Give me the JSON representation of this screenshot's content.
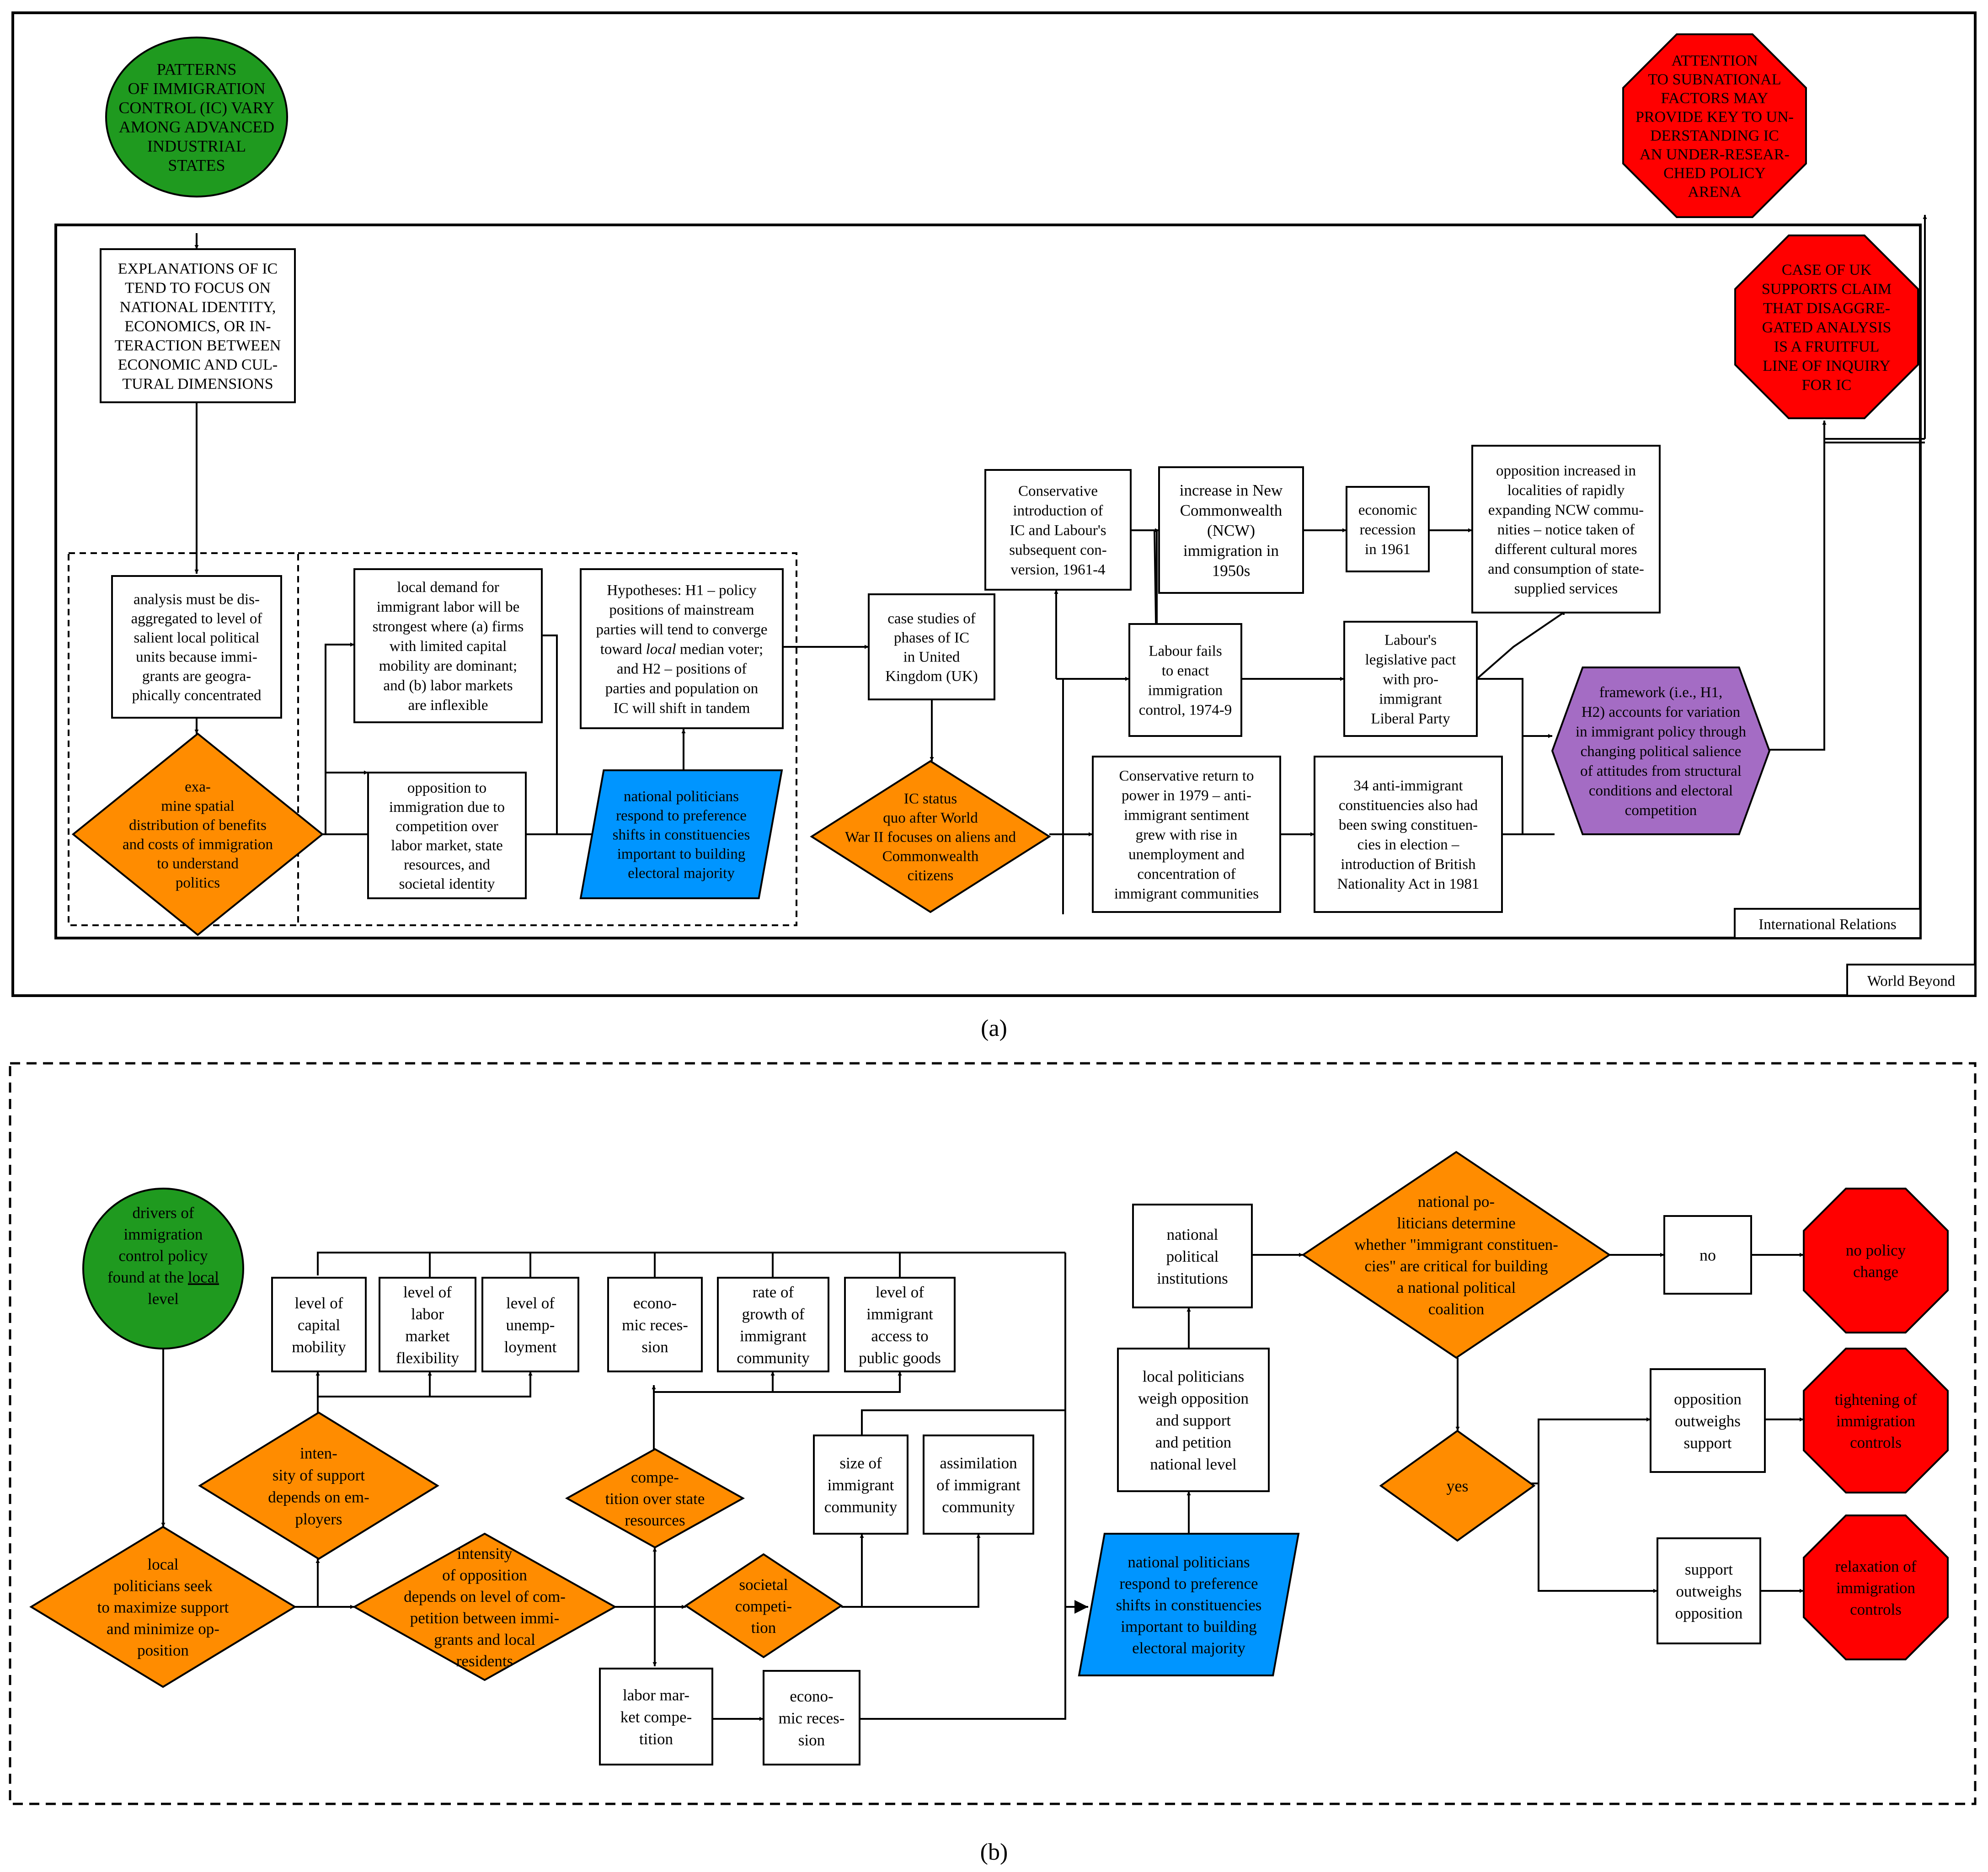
{
  "colors": {
    "green": "#1f9a1f",
    "orange": "#ff8c00",
    "red": "#ff0000",
    "blue": "#0095ff",
    "purple": "#a46cc4",
    "line": "#000000",
    "box_fill": "#ffffff"
  },
  "panel_a": {
    "caption": "(a)",
    "outer_frame_label": "World Beyond",
    "inner_frame_label": "International Relations",
    "nodes": {
      "patterns": "PATTERNS\nOF IMMIGRATION\nCONTROL (IC) VARY\nAMONG ADVANCED\nINDUSTRIAL\nSTATES",
      "attention": "ATTENTION\nTO SUBNATIONAL\nFACTORS MAY\nPROVIDE KEY TO UN-\nDERSTANDING IC\nAN UNDER-RESEAR-\nCHED POLICY\nARENA",
      "explanations": "EXPLANATIONS OF IC\nTEND TO FOCUS ON\nNATIONAL IDENTITY,\nECONOMICS, OR IN-\nTERACTION BETWEEN\nECONOMIC AND CUL-\nTURAL DIMENSIONS",
      "case_uk": "CASE OF UK\nSUPPORTS CLAIM\nTHAT DISAGGRE-\nGATED ANALYSIS\nIS A FRUITFUL\nLINE OF INQUIRY\nFOR IC",
      "analysis": "analysis must be dis-\naggregated to level of\nsalient local political\nunits because immi-\ngrants are geogra-\nphically concentrated",
      "examine": "exa-\nmine spatial\ndistribution of benefits\nand costs of immigration\nto understand\npolitics",
      "local_demand": "local demand for\nimmigrant labor will be\nstrongest where (a) firms\nwith limited capital\nmobility are dominant;\nand (b) labor markets\nare inflexible",
      "opposition": "opposition to\nimmigration due to\ncompetition over\nlabor market, state\nresources, and\nsocietal identity",
      "national_politicians": "national politicians\nrespond to preference\nshifts in constituencies\nimportant to building\nelectoral majority",
      "hypotheses_1": "Hypotheses: H1 – policy",
      "hypotheses_2": "positions of mainstream",
      "hypotheses_3": "parties will tend to converge",
      "hypotheses_4a": "toward ",
      "hypotheses_4b": "local",
      "hypotheses_4c": " median voter;",
      "hypotheses_5": "and H2 – positions of",
      "hypotheses_6": "parties and population on",
      "hypotheses_7": "IC will shift in tandem",
      "case_studies": "case studies of\nphases of IC\nin United\nKingdom (UK)",
      "ic_status": "IC status\nquo after World\nWar II focuses on aliens and\nCommonwealth\ncitizens",
      "conservative_intro": "Conservative\nintroduction of\nIC and Labour's\nsubsequent con-\nversion, 1961-4",
      "increase_ncw": "increase in New\nCommonwealth\n(NCW)\nimmigration in\n1950s",
      "recession_1961": "economic\nrecession\nin 1961",
      "opposition_increased": "opposition increased in\nlocalities of rapidly\nexpanding NCW commu-\nnities – notice taken of\ndifferent cultural mores\nand consumption of state-\nsupplied services",
      "labour_fails": "Labour fails\nto enact\nimmigration\ncontrol, 1974-9",
      "labour_pact": "Labour's\nlegislative pact\nwith pro-\nimmigrant\nLiberal Party",
      "conservative_return": "Conservative return to\npower in 1979 – anti-\nimmigrant sentiment\ngrew with rise in\nunemployment and\nconcentration of\nimmigrant communities",
      "constituencies_34": "34 anti-immigrant\nconstituencies also had\nbeen swing constituen-\ncies in election –\nintroduction of British\nNationality Act in 1981",
      "framework": "framework (i.e., H1,\nH2) accounts for variation\nin immigrant policy through\nchanging political salience\nof attitudes from structural\nconditions and electoral\ncompetition"
    }
  },
  "panel_b": {
    "caption": "(b)",
    "nodes": {
      "drivers_1": "drivers of",
      "drivers_2": "immigration",
      "drivers_3": "control policy",
      "drivers_4a": "found at the ",
      "drivers_4b": "local",
      "drivers_5": "level",
      "local_politicians_seek": "local\npoliticians seek\nto maximize support\nand minimize op-\nposition",
      "capital_mobility": "level of\ncapital\nmobility",
      "labor_flexibility": "level of\nlabor\nmarket\nflexibility",
      "unemployment": "level of\nunemp-\nloyment",
      "intensity_support": "inten-\nsity of support\ndepends on em-\nployers",
      "intensity_opposition": "intensity\nof opposition\ndepends on level of com-\npetition between immi-\ngrants and local\nresidents",
      "econ_recession_top": "econo-\nmic reces-\nsion",
      "rate_growth": "rate of\ngrowth of\nimmigrant\ncommunity",
      "immigrant_access": "level of\nimmigrant\naccess to\npublic goods",
      "competition_state": "compe-\ntition over state\nresources",
      "societal_competition": "societal\ncompeti-\ntion",
      "size_community": "size of\nimmigrant\ncommunity",
      "assimilation": "assimilation\nof immigrant\ncommunity",
      "labor_market_competition": "labor mar-\nket compe-\ntition",
      "econ_recession_bottom": "econo-\nmic reces-\nsion",
      "national_politicians": "national politicians\nrespond to preference\nshifts in constituencies\nimportant to building\nelectoral majority",
      "local_weigh": "local politicians\nweigh opposition\nand support\nand petition\nnational level",
      "national_institutions": "national\npolitical\ninstitutions",
      "national_determine": "national po-\nliticians determine\nwhether \"immigrant constituen-\ncies\" are critical for building\na national political\ncoalition",
      "no": "no",
      "no_change": "no policy\nchange",
      "yes": "yes",
      "opp_outweighs": "opposition\noutweighs\nsupport",
      "tightening": "tightening of\nimmigration\ncontrols",
      "sup_outweighs": "support\noutweighs\nopposition",
      "relaxation": "relaxation of\nimmigration\ncontrols"
    }
  }
}
